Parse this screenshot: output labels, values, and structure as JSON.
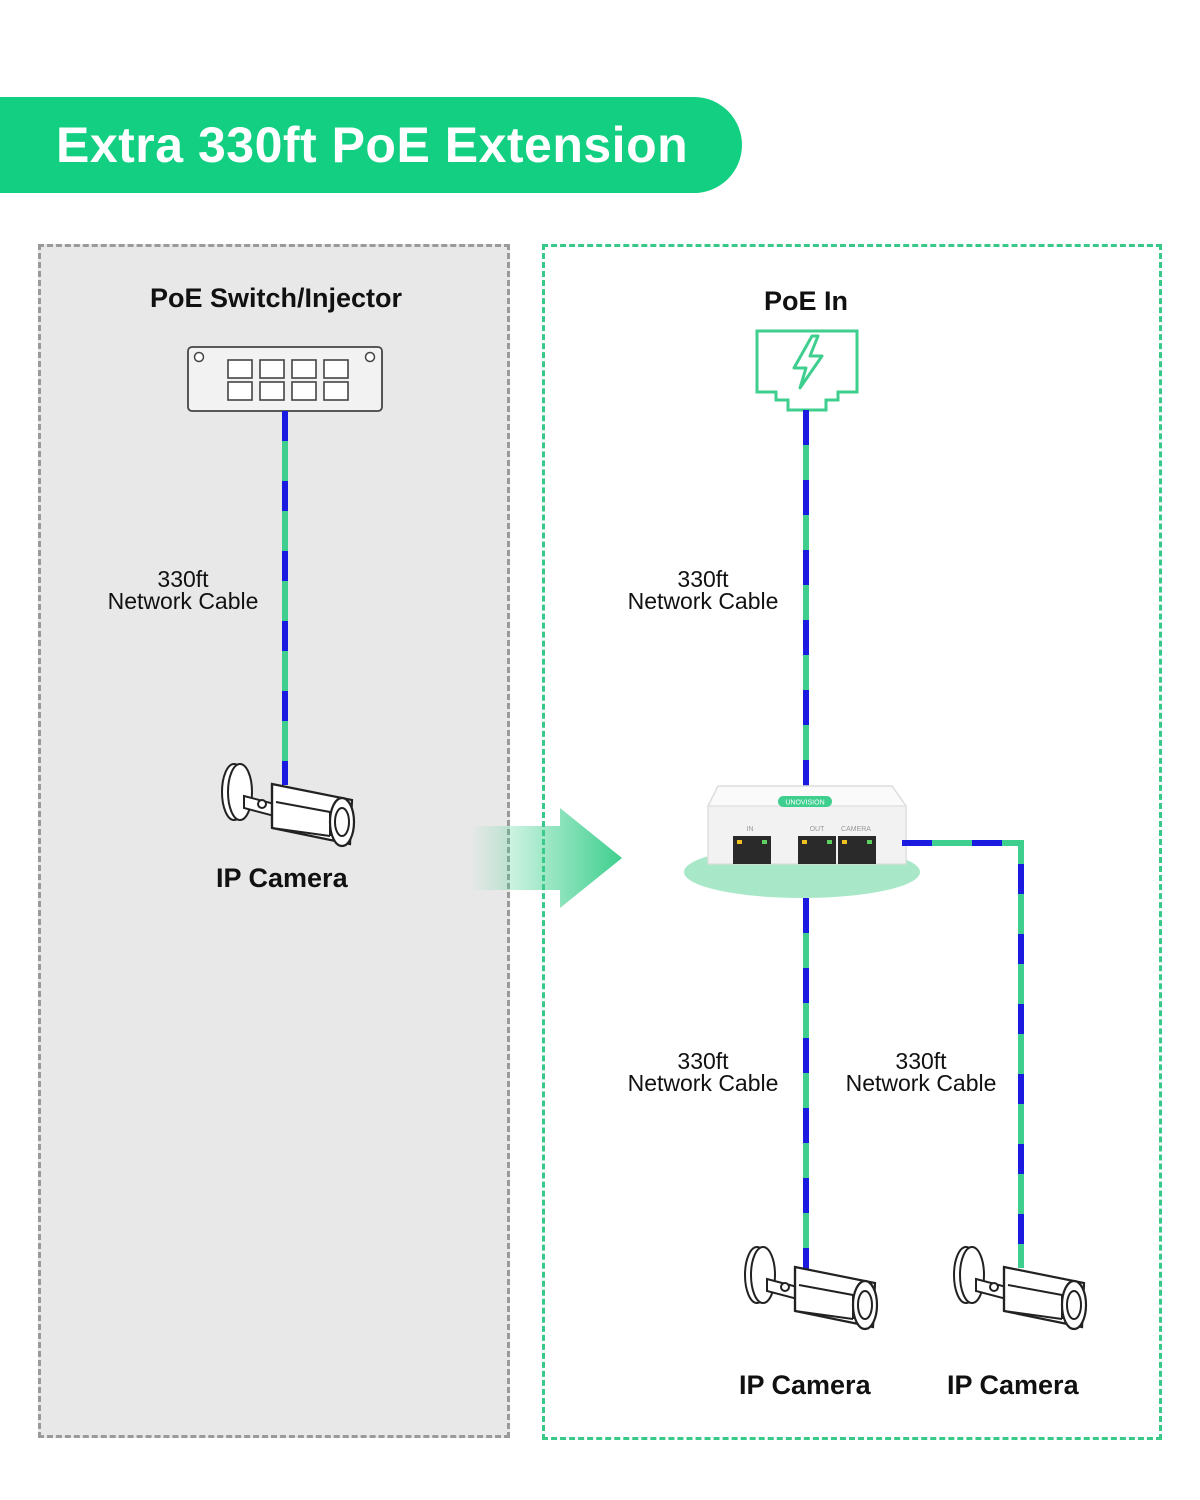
{
  "banner": {
    "title": "Extra 330ft PoE Extension"
  },
  "left_panel": {
    "device_label": "PoE Switch/Injector",
    "cable": {
      "length": "330ft",
      "label": "Network Cable"
    },
    "camera_label": "IP Camera"
  },
  "right_panel": {
    "input_label": "PoE In",
    "cable_in": {
      "length": "330ft",
      "label": "Network Cable"
    },
    "extender": {
      "brand": "UNOVISION",
      "port_in": "IN",
      "port_out": "OUT",
      "port_camera": "CAMERA"
    },
    "cable_out_1": {
      "length": "330ft",
      "label": "Network Cable"
    },
    "cable_out_2": {
      "length": "330ft",
      "label": "Network Cable"
    },
    "camera_1_label": "IP Camera",
    "camera_2_label": "IP Camera"
  },
  "colors": {
    "brand_green": "#12cf82",
    "cable_green": "#3ecf8e",
    "cable_blue": "#1a1ae0",
    "left_border": "#9a9a9a",
    "right_border": "#38c98a"
  }
}
